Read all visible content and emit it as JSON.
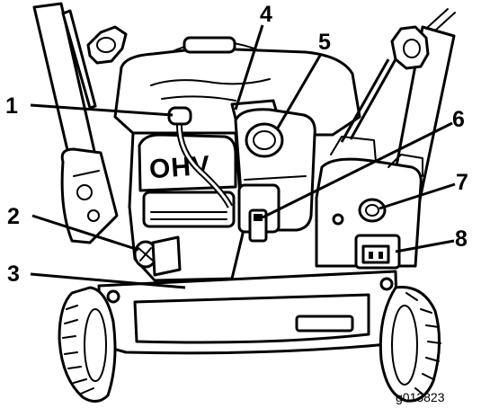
{
  "figure": {
    "engine_label": "OHV",
    "figure_id": "g013823",
    "callouts": [
      {
        "number": "1"
      },
      {
        "number": "2"
      },
      {
        "number": "3"
      },
      {
        "number": "4"
      },
      {
        "number": "5"
      },
      {
        "number": "6"
      },
      {
        "number": "7"
      },
      {
        "number": "8"
      }
    ]
  }
}
